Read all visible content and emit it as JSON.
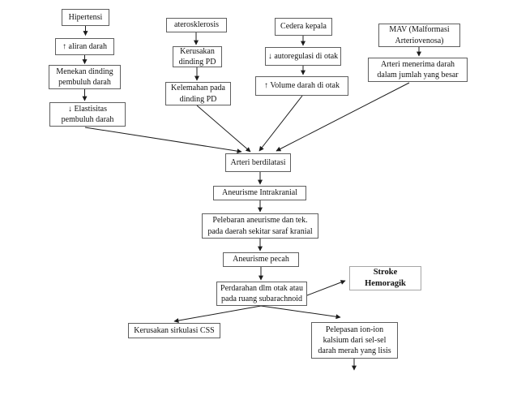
{
  "styles": {
    "background": "#ffffff",
    "box_border": "#5f5f5f",
    "stroke_box_border": "#a6a6a6",
    "text_color": "#111111",
    "arrow_color": "#1c1c1c"
  },
  "nodes": {
    "hipertensi": "Hipertensi",
    "aliran_darah": "↑ aliran darah",
    "menekan_dinding": "Menekan dinding\npembuluh darah",
    "elastisitas": "↓ Elastisitas\npembuluh darah",
    "aterosklerosis": "aterosklerosis",
    "kerusakan_dinding_pd": "Kerusakan\ndinding PD",
    "kelemahan_dinding_pd": "Kelemahan pada\ndinding PD",
    "cedera_kepala": "Cedera kepala",
    "autoregulasi": "↓ autoregulasi di otak",
    "volume_darah": "↑ Volume darah di otak",
    "mav": "MAV (Malformasi\nArteriovenosa)",
    "arteri_menerima": "Arteri menerima darah\ndalam jumlah yang besar",
    "arteri_berdilatasi": "Arteri berdilatasi",
    "aneurisme_intrakranial": "Aneurisme Intrakranial",
    "pelebaran_aneurisme": "Pelebaran aneurisme dan tek.\npada daerah sekitar saraf kranial",
    "aneurisme_pecah": "Aneurisme pecah",
    "perdarahan": "Perdarahan dlm otak atau\npada ruang subarachnoid",
    "stroke_hemoragik": "Stroke\nHemoragik",
    "kerusakan_css": "Kerusakan sirkulasi CSS",
    "pelepasan_ion": "Pelepasan ion-ion\nkalsium dari sel-sel\ndarah merah yang lisis"
  }
}
